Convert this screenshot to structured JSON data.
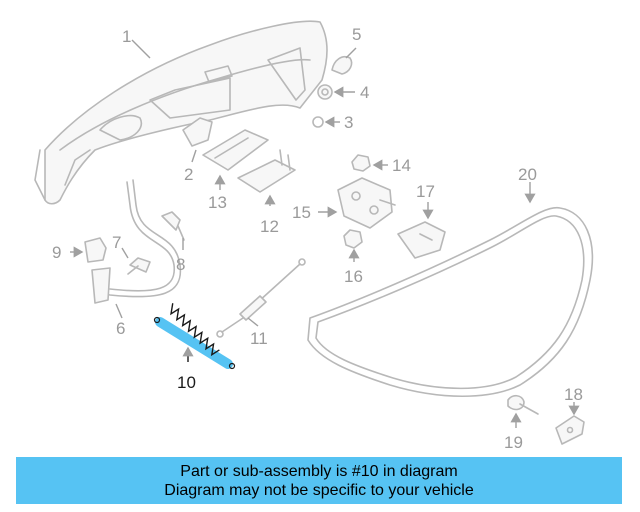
{
  "diagram": {
    "callouts": [
      "1",
      "2",
      "3",
      "4",
      "5",
      "6",
      "7",
      "8",
      "9",
      "10",
      "11",
      "12",
      "13",
      "14",
      "15",
      "16",
      "17",
      "18",
      "19",
      "20"
    ],
    "highlighted_part": "10",
    "highlight_color": "#56c3f3",
    "part_color": "#b8b8b8"
  },
  "banner": {
    "line1": "Part or sub-assembly is #10 in diagram",
    "line2": "Diagram may not be specific to your vehicle",
    "background": "#56c3f3"
  }
}
